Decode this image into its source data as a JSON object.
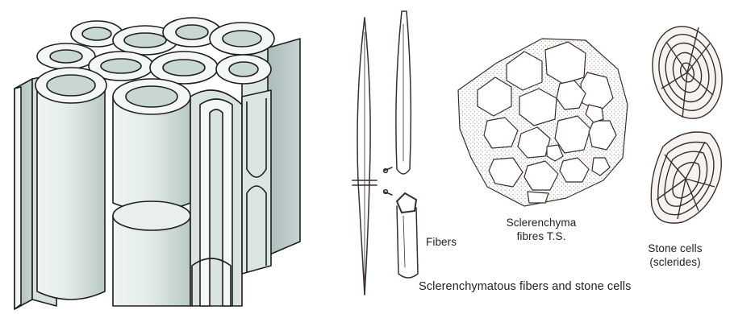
{
  "labels": {
    "fibers": "Fibers",
    "sclerenchyma_line1": "Sclerenchyma",
    "sclerenchyma_line2": "fibres T.S.",
    "stone_line1": "Stone cells",
    "stone_line2": "(sclerides)",
    "caption": "Sclerenchymatous fibers and stone cells"
  },
  "colors": {
    "cell_fill": "#c8d6d4",
    "cell_highlight": "#eef4f3",
    "outline": "#1e1e1e",
    "stipple": "#8a7f7a",
    "sketch": "#3a2f2b"
  }
}
